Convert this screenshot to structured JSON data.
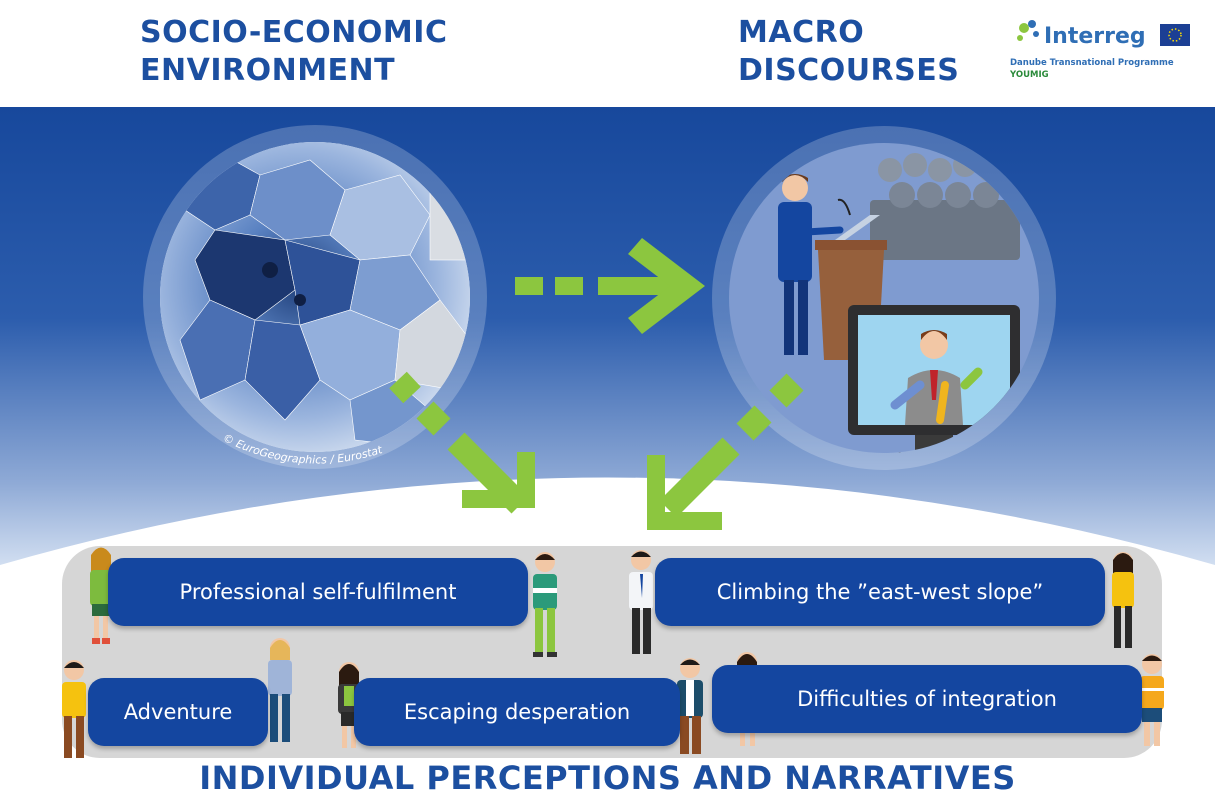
{
  "headings": {
    "socio_economic": "SOCIO-ECONOMIC\nENVIRONMENT",
    "macro": "MACRO\nDISCOURSES",
    "individual": "INDIVIDUAL PERCEPTIONS AND NARRATIVES"
  },
  "logo": {
    "wordmark": "Interreg",
    "programme": "Danube Transnational Programme",
    "project": "YOUMIG"
  },
  "map_credit": "© EuroGeographics / Eurostat",
  "narratives": [
    {
      "label": "Professional self-fulfilment"
    },
    {
      "label": "Climbing the ”east-west slope”"
    },
    {
      "label": "Adventure"
    },
    {
      "label": "Escaping desperation"
    },
    {
      "label": "Difficulties of integration"
    }
  ],
  "colors": {
    "heading_blue": "#1c4fa0",
    "box_blue": "#1446a0",
    "arrow_green": "#8cc63f",
    "band_top": "#17489c",
    "band_bottom": "#dbe6f5",
    "panel_gray": "#d6d6d6"
  },
  "icons": [
    "map-of-europe",
    "speaker-at-podium",
    "audience-silhouettes",
    "tv-monitor-news-anchor",
    "green-arrow",
    "person-figure"
  ]
}
